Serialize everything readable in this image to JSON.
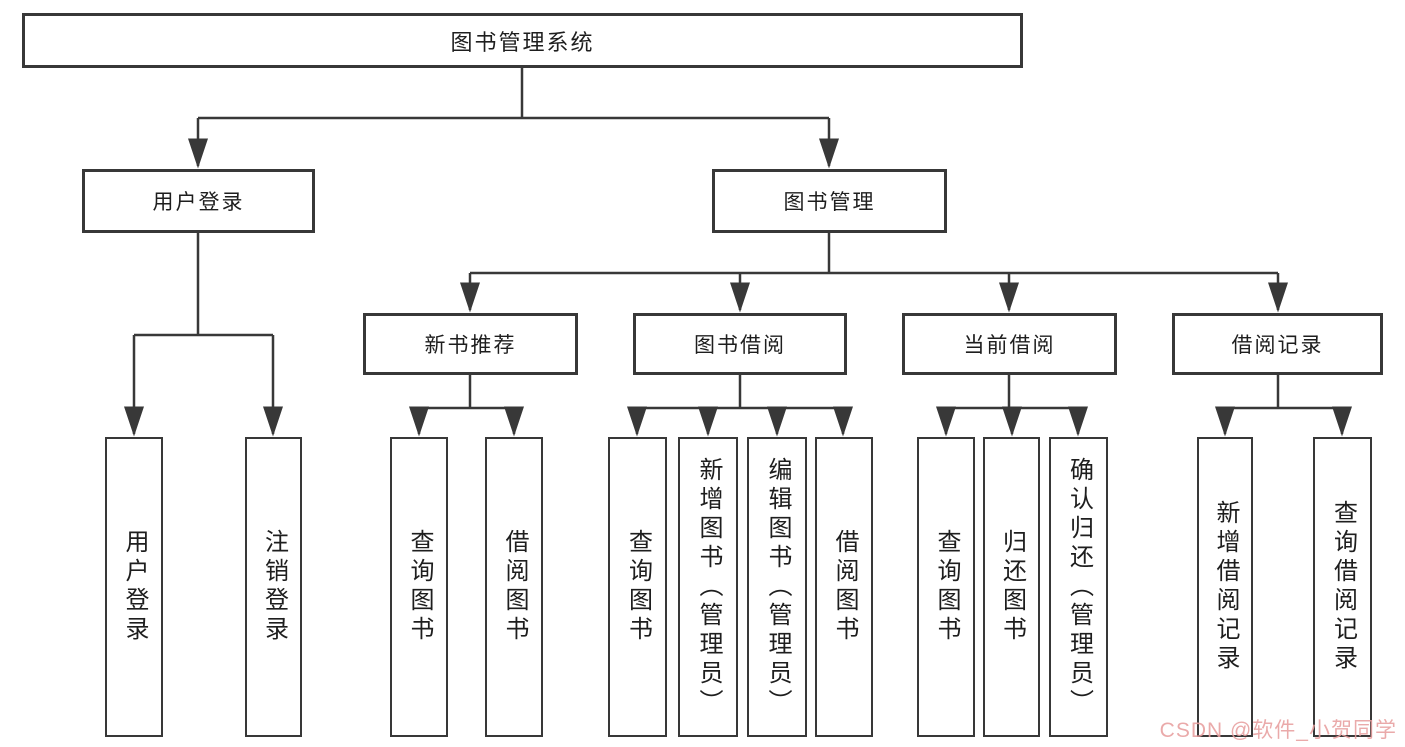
{
  "tree": {
    "root": {
      "label": "图书管理系统",
      "children": [
        {
          "label": "用户登录",
          "children": [
            {
              "label": "用户登录"
            },
            {
              "label": "注销登录"
            }
          ]
        },
        {
          "label": "图书管理",
          "children": [
            {
              "label": "新书推荐",
              "children": [
                {
                  "label": "查询图书"
                },
                {
                  "label": "借阅图书"
                }
              ]
            },
            {
              "label": "图书借阅",
              "children": [
                {
                  "label": "查询图书"
                },
                {
                  "label": "新增图书（管理员）"
                },
                {
                  "label": "编辑图书（管理员）"
                },
                {
                  "label": "借阅图书"
                }
              ]
            },
            {
              "label": "当前借阅",
              "children": [
                {
                  "label": "查询图书"
                },
                {
                  "label": "归还图书"
                },
                {
                  "label": "确认归还（管理员）"
                }
              ]
            },
            {
              "label": "借阅记录",
              "children": [
                {
                  "label": "新增借阅记录"
                },
                {
                  "label": "查询借阅记录"
                }
              ]
            }
          ]
        }
      ]
    }
  },
  "watermark": {
    "text": "CSDN @软件_小贺同学"
  },
  "colors": {
    "line": "#383838",
    "box_bg": "#ffffff",
    "text": "#1e1e1e",
    "watermark": "#e89f9f",
    "page_bg": "#ffffff"
  }
}
